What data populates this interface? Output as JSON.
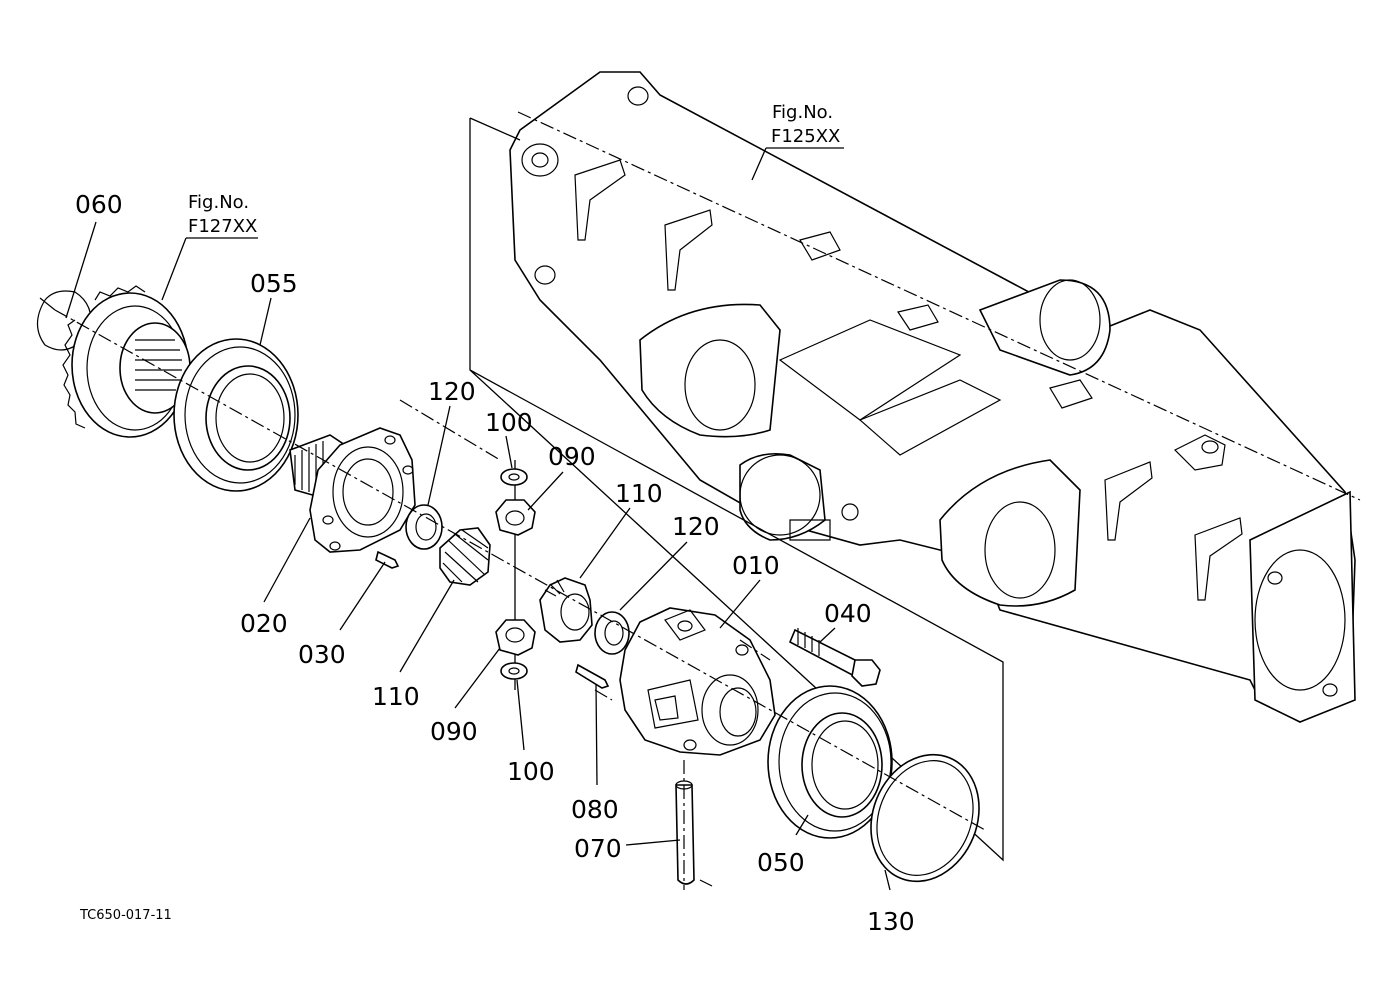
{
  "figure_refs": {
    "housing": {
      "prefix": "Fig.No.",
      "code": "F125XX"
    },
    "gear": {
      "prefix": "Fig.No.",
      "code": "F127XX"
    }
  },
  "parts": {
    "p010": "010",
    "p020": "020",
    "p030": "030",
    "p040": "040",
    "p050": "050",
    "p055": "055",
    "p060": "060",
    "p070": "070",
    "p080": "080",
    "p090a": "090",
    "p090b": "090",
    "p100a": "100",
    "p100b": "100",
    "p110a": "110",
    "p110b": "110",
    "p120a": "120",
    "p120b": "120",
    "p130": "130"
  },
  "drawing_code": "TC650-017-11"
}
